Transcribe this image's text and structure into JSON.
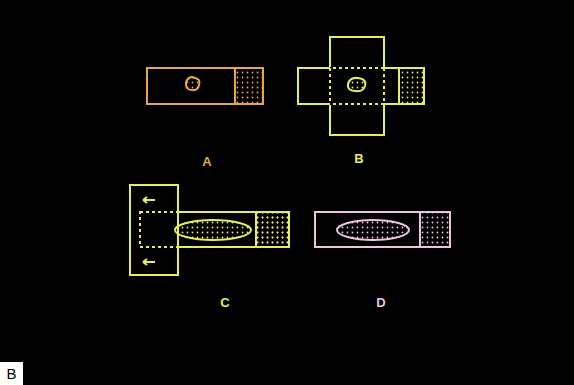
{
  "diagram": {
    "labels": [
      "A",
      "B",
      "C",
      "D",
      "B"
    ]
  }
}
